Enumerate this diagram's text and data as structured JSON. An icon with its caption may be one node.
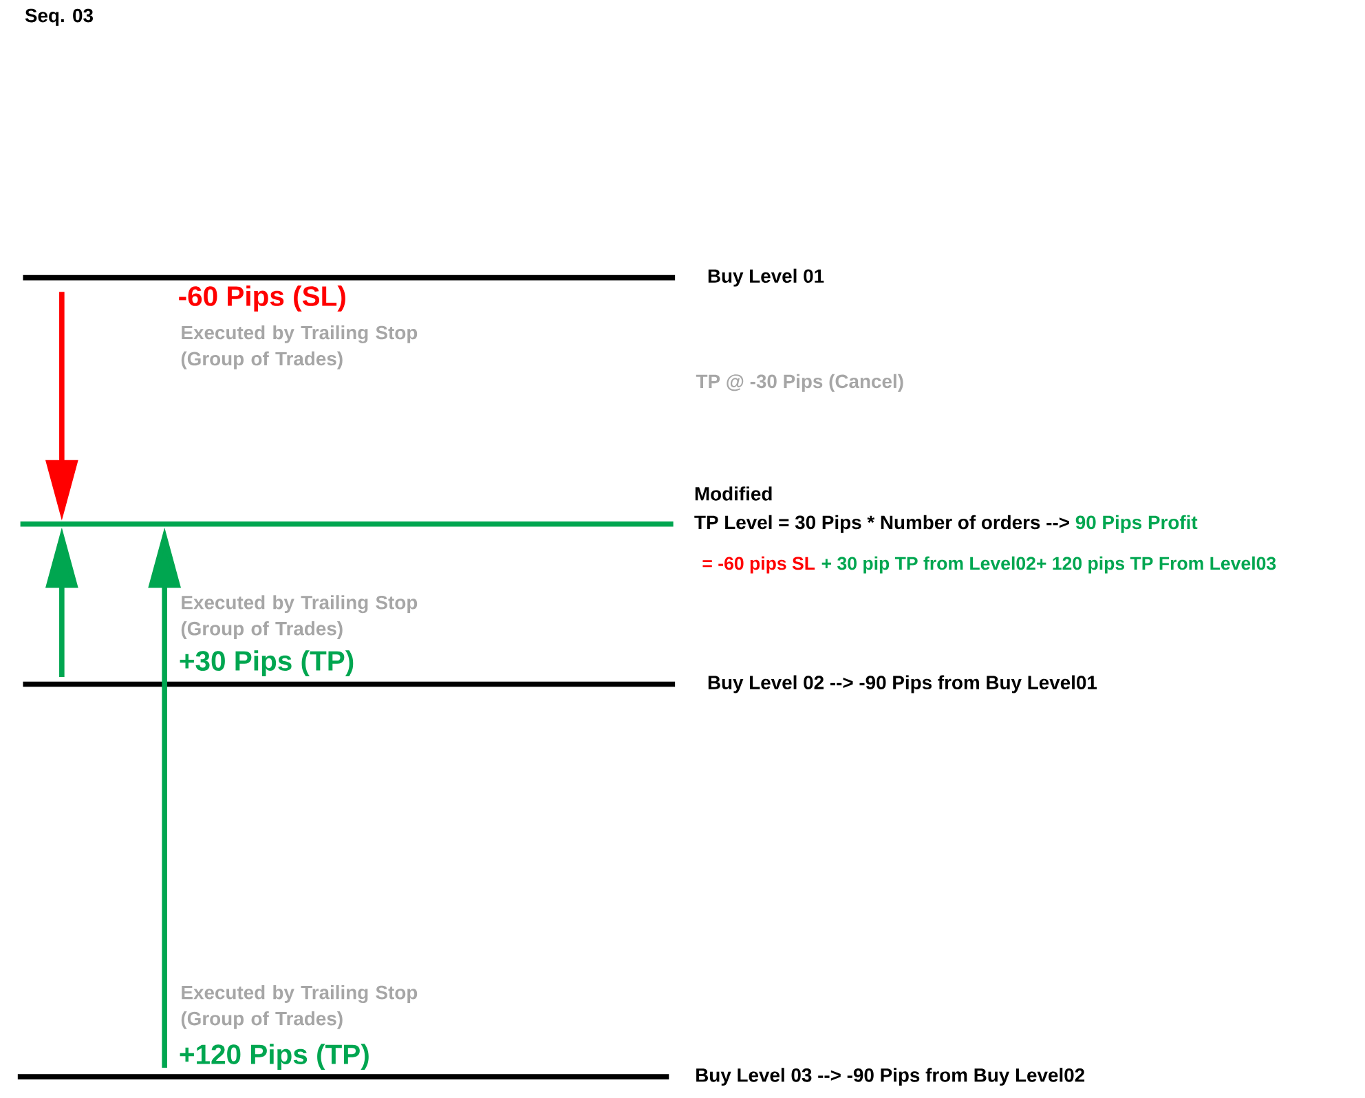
{
  "diagram": {
    "title": "Seq. 03",
    "nodes": [
      {
        "text": [
          "Buy Level 01"
        ]
      },
      {
        "text": [
          "Modified",
          "TP Level = 30 Pips * Number of orders -->",
          "90 Pips Profit"
        ]
      },
      {
        "text": [
          "Buy Level 02 --> -90 Pips from Buy Level01"
        ]
      },
      {
        "text": [
          "Buy Level 03 --> -90 Pips from Buy Level02"
        ]
      }
    ],
    "edges": [
      {
        "from": 0,
        "to": 1,
        "arrow": "to",
        "label": "-60 Pips (SL)",
        "color": "#ff0000"
      },
      {
        "from": 2,
        "to": 1,
        "arrow": "to"
      },
      {
        "from": 3,
        "to": 1,
        "arrow": "to",
        "label": "+120 Pips (TP)"
      }
    ],
    "labels": [
      "Executed by Trailing Stop (Group of Trades)",
      "TP @ -30 Pips (Cancel)",
      "= -60 pips SL",
      "+ 30 pip TP from Level02+ 120 pips TP From Level03",
      "Executed by Trailing Stop (Group of Trades)",
      "Executed by Trailing Stop (Group of Trades)",
      "+30 Pips (TP)"
    ]
  }
}
